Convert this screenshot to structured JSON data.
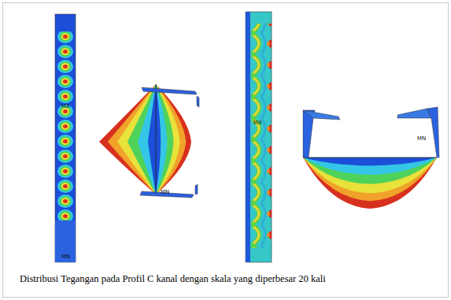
{
  "diagram": {
    "caption": "Distribusi Tegangan pada Profil C kanal dengan skala yang diperbesar 20 kali",
    "labels": [
      "MX",
      "MN",
      "MN",
      "MX",
      "MN"
    ]
  }
}
